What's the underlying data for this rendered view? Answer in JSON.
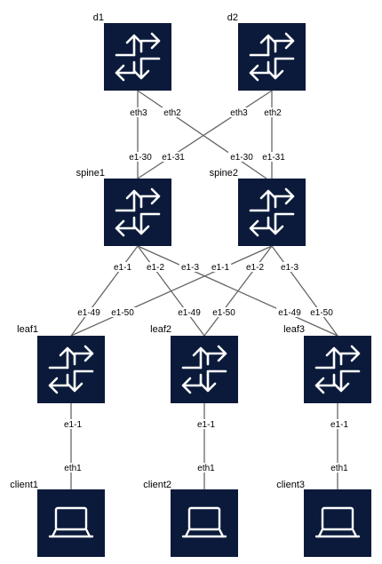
{
  "colors": {
    "node_fill": "#0b1a3a",
    "icon_stroke": "#ffffff",
    "link": "#666666",
    "background": "#ffffff"
  },
  "nodes": [
    {
      "id": "d1",
      "label": "d1",
      "icon": "router-icon"
    },
    {
      "id": "d2",
      "label": "d2",
      "icon": "router-icon"
    },
    {
      "id": "spine1",
      "label": "spine1",
      "icon": "router-icon"
    },
    {
      "id": "spine2",
      "label": "spine2",
      "icon": "router-icon"
    },
    {
      "id": "leaf1",
      "label": "leaf1",
      "icon": "router-icon"
    },
    {
      "id": "leaf2",
      "label": "leaf2",
      "icon": "router-icon"
    },
    {
      "id": "leaf3",
      "label": "leaf3",
      "icon": "router-icon"
    },
    {
      "id": "client1",
      "label": "client1",
      "icon": "laptop-icon"
    },
    {
      "id": "client2",
      "label": "client2",
      "icon": "laptop-icon"
    },
    {
      "id": "client3",
      "label": "client3",
      "icon": "laptop-icon"
    }
  ],
  "links": [
    {
      "a": "d1",
      "a_port": "eth3",
      "b": "spine1",
      "b_port": "e1-30"
    },
    {
      "a": "d1",
      "a_port": "eth2",
      "b": "spine2",
      "b_port": "e1-30"
    },
    {
      "a": "d2",
      "a_port": "eth3",
      "b": "spine1",
      "b_port": "e1-31"
    },
    {
      "a": "d2",
      "a_port": "eth2",
      "b": "spine2",
      "b_port": "e1-31"
    },
    {
      "a": "spine1",
      "a_port": "e1-1",
      "b": "leaf1",
      "b_port": "e1-49"
    },
    {
      "a": "spine1",
      "a_port": "e1-2",
      "b": "leaf2",
      "b_port": "e1-49"
    },
    {
      "a": "spine1",
      "a_port": "e1-3",
      "b": "leaf3",
      "b_port": "e1-49"
    },
    {
      "a": "spine2",
      "a_port": "e1-1",
      "b": "leaf1",
      "b_port": "e1-50"
    },
    {
      "a": "spine2",
      "a_port": "e1-2",
      "b": "leaf2",
      "b_port": "e1-50"
    },
    {
      "a": "spine2",
      "a_port": "e1-3",
      "b": "leaf3",
      "b_port": "e1-50"
    },
    {
      "a": "leaf1",
      "a_port": "e1-1",
      "b": "client1",
      "b_port": "eth1"
    },
    {
      "a": "leaf2",
      "a_port": "e1-1",
      "b": "client2",
      "b_port": "eth1"
    },
    {
      "a": "leaf3",
      "a_port": "e1-1",
      "b": "client3",
      "b_port": "eth1"
    }
  ]
}
